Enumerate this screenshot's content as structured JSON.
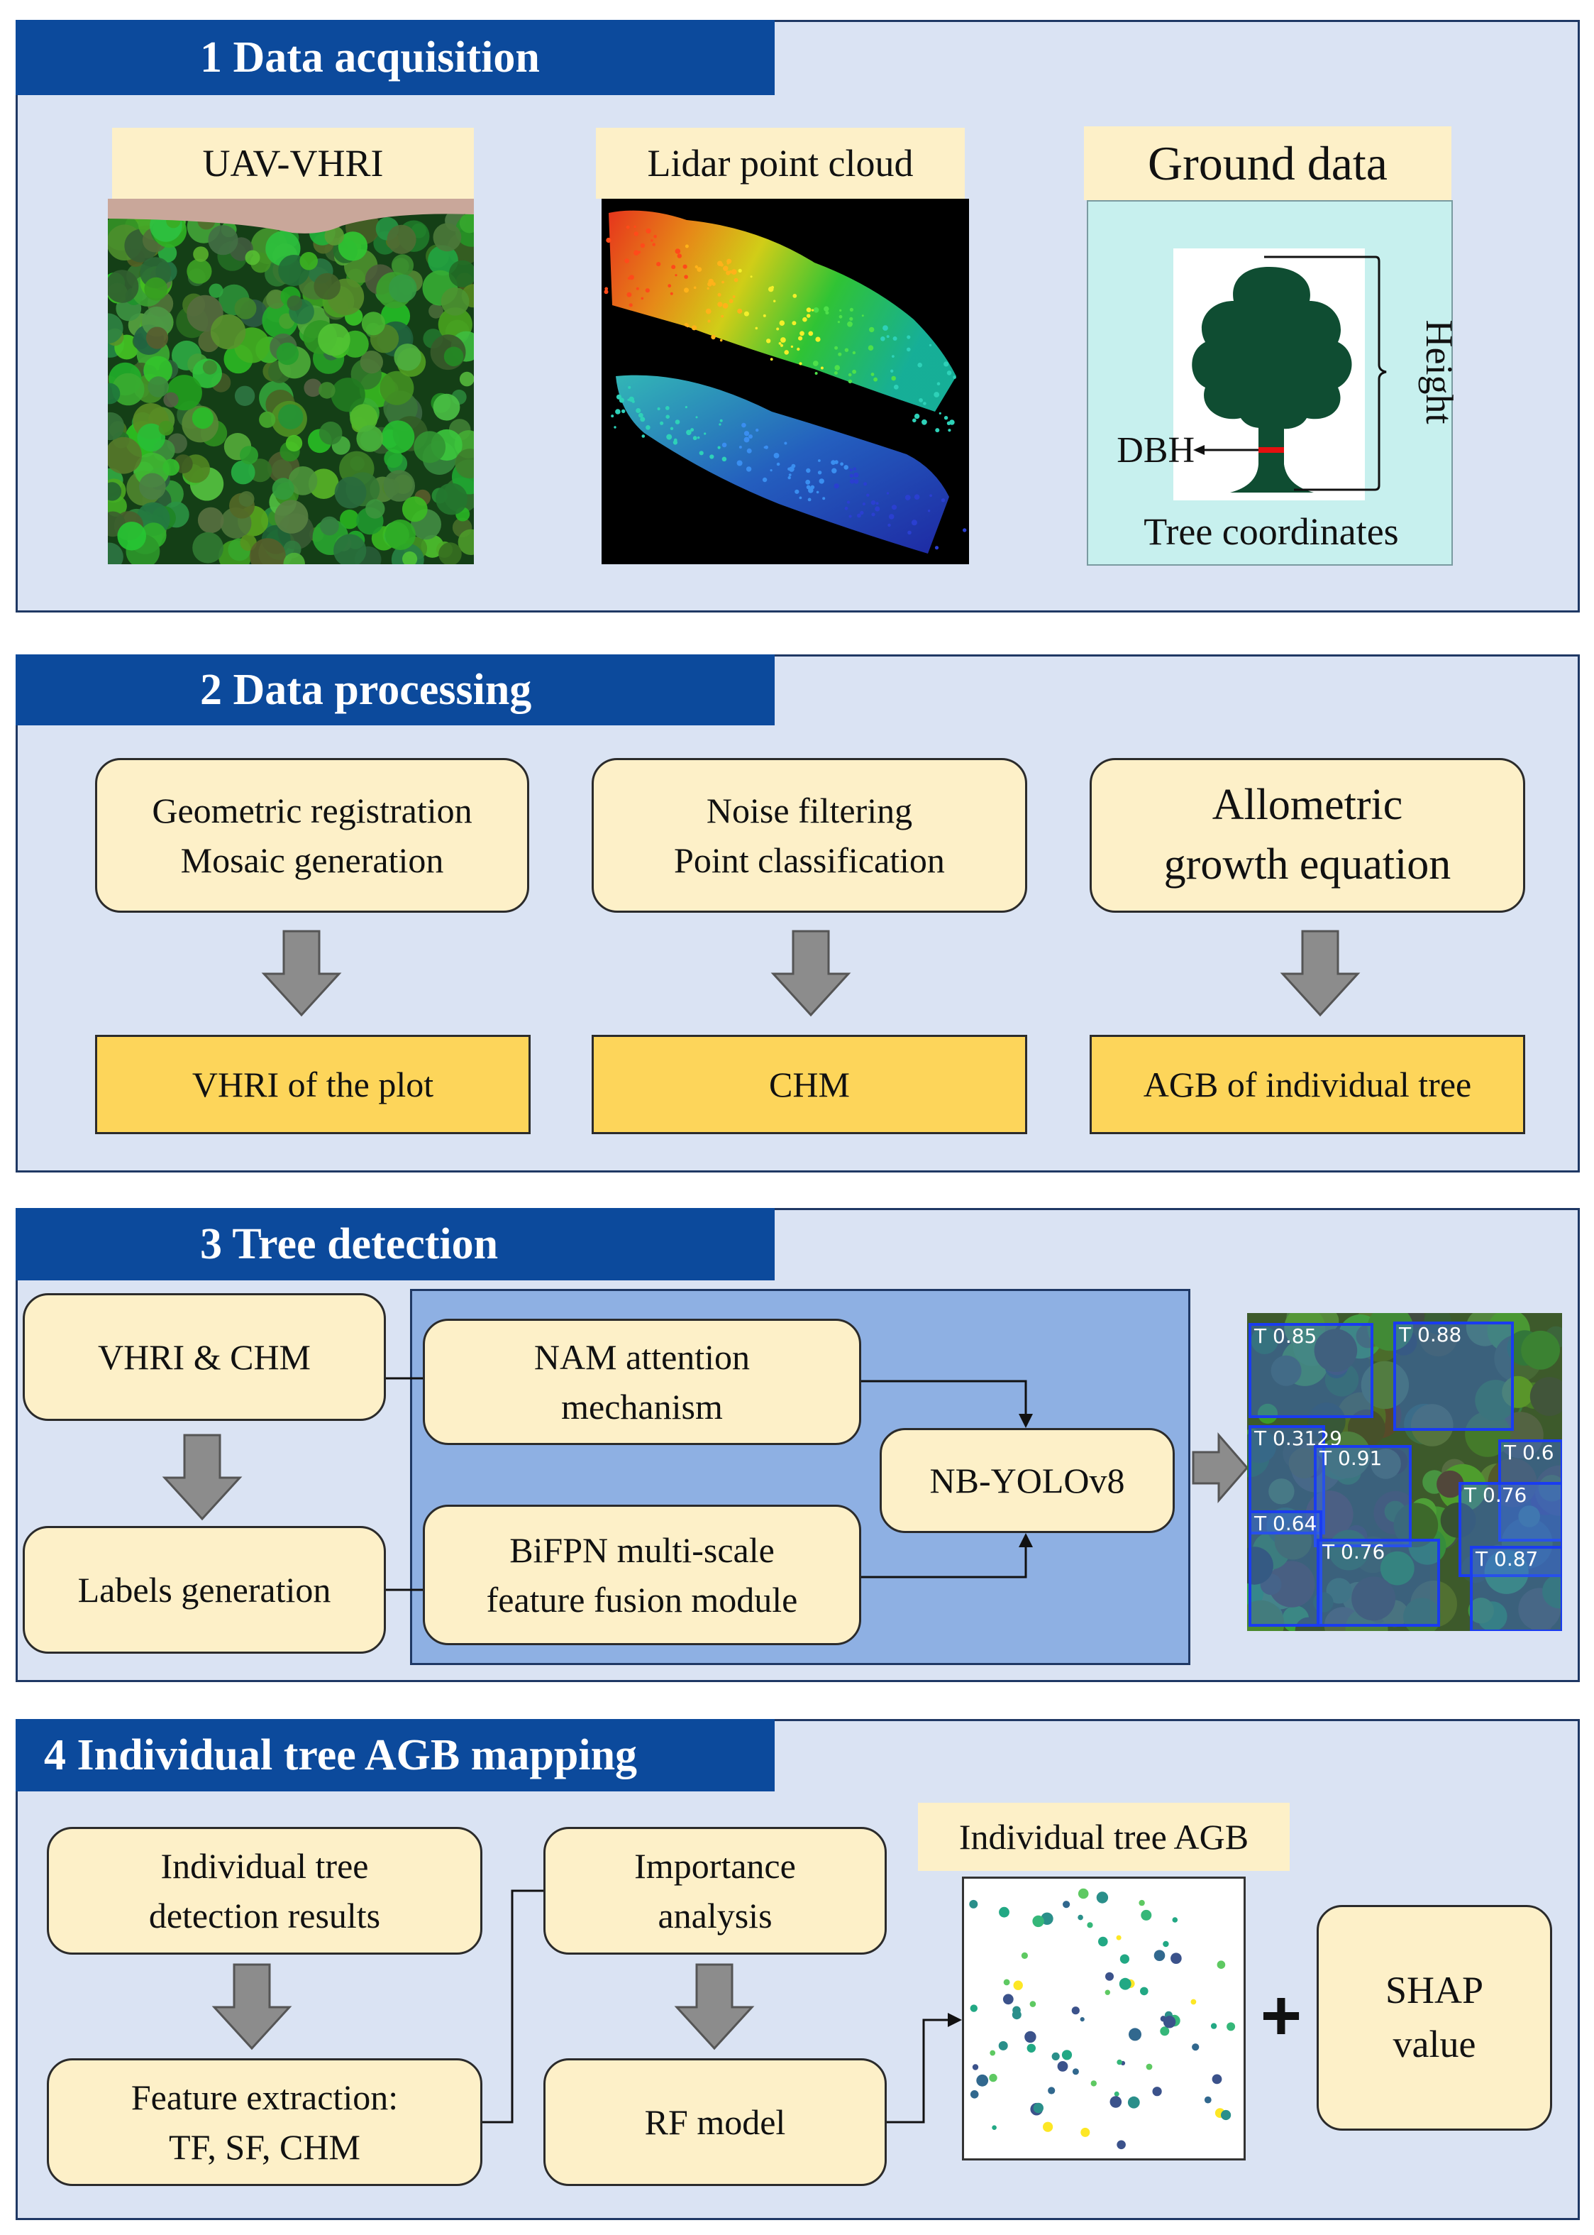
{
  "panels": {
    "p1": {
      "title": "1 Data acquisition"
    },
    "p2": {
      "title": "2 Data processing"
    },
    "p3": {
      "title": "3 Tree detection"
    },
    "p4": {
      "title": "4 Individual tree AGB mapping"
    }
  },
  "acquisition": {
    "uav_label": "UAV-VHRI",
    "lidar_label": "Lidar point cloud",
    "ground_label": "Ground data",
    "height_label": "Height",
    "dbh_label": "DBH",
    "coords_label": "Tree coordinates"
  },
  "processing": {
    "box1": "Geometric registration\nMosaic generation",
    "box2": "Noise filtering\nPoint classification",
    "box3": "Allometric\ngrowth  equation",
    "out1": "VHRI  of the plot",
    "out2": "CHM",
    "out3": "AGB  of individual tree"
  },
  "detection": {
    "input": "VHRI  & CHM",
    "labels": "Labels generation",
    "nam": "NAM attention\nmechanism",
    "bifpn": "BiFPN multi-scale\nfeature fusion module",
    "model": "NB-YOLOv8",
    "detections": [
      "T 0.85",
      "T 0.88",
      "T 0.3129",
      "T 0.91",
      "T 0.6",
      "T 0.76",
      "T 0.64",
      "T 0.76",
      "T 0.87"
    ]
  },
  "mapping": {
    "box_results": "Individual tree\ndetection results",
    "box_features": "Feature extraction:\nTF, SF, CHM",
    "box_importance": "Importance\nanalysis",
    "box_rf": "RF model",
    "agb_title": "Individual tree AGB",
    "plus": "+",
    "shap": "SHAP\nvalue"
  },
  "colors": {
    "panel_bg": "#dae3f3",
    "title_bg": "#0c4a9c",
    "box_fill": "#fdf0c8",
    "output_fill": "#fdd55a",
    "arrow_gray": "#8c8c8c",
    "module_bg": "#8eb0e3"
  }
}
